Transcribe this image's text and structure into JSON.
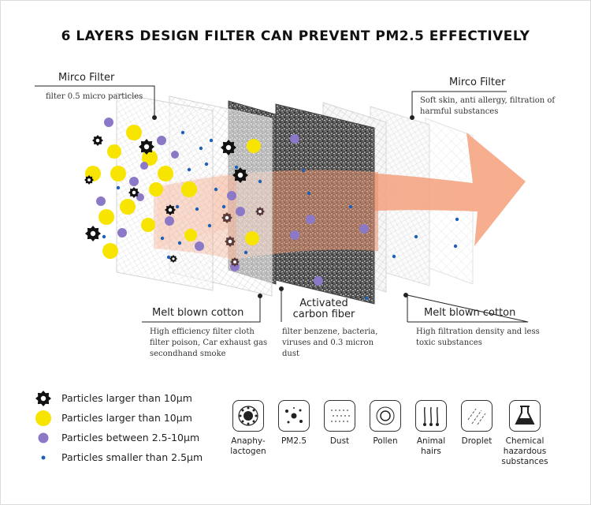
{
  "title": "6 LAYERS DESIGN FILTER CAN PREVENT PM2.5 EFFECTIVELY",
  "labels": {
    "top_left": {
      "heading": "Mirco Filter",
      "description": "filter 0.5 micro particles"
    },
    "top_right": {
      "heading": "Mirco Filter",
      "description": "Soft skin, anti allergy, filtration of harmful substances"
    },
    "bottom_1": {
      "heading": "Melt blown cotton",
      "description": "High efficiency filter cloth filter poison, Car exhaust gas secondhand smoke"
    },
    "bottom_2": {
      "heading_line1": "Activated",
      "heading_line2": "carbon fiber",
      "description": "filter benzene, bacteria, viruses and 0.3 micron dust"
    },
    "bottom_3": {
      "heading": "Melt blown cotton",
      "description": "High filtration density and less toxic substances"
    }
  },
  "legend": [
    {
      "icon": "black-gear-particle-icon",
      "text": "Particles larger than 10μm"
    },
    {
      "icon": "yellow-circle-particle-icon",
      "text": "Particles larger than 10μm"
    },
    {
      "icon": "purple-circle-particle-icon",
      "text": "Particles between 2.5-10μm"
    },
    {
      "icon": "blue-dot-particle-icon",
      "text": "Particles smaller than 2.5μm"
    }
  ],
  "icons": [
    {
      "name": "anaphylactogen-icon",
      "line1": "Anaphy-",
      "line2": "lactogen",
      "line3": ""
    },
    {
      "name": "pm25-icon",
      "line1": "PM2.5",
      "line2": "",
      "line3": ""
    },
    {
      "name": "dust-icon",
      "line1": "Dust",
      "line2": "",
      "line3": ""
    },
    {
      "name": "pollen-icon",
      "line1": "Pollen",
      "line2": "",
      "line3": ""
    },
    {
      "name": "animal-hairs-icon",
      "line1": "Animal",
      "line2": "hairs",
      "line3": ""
    },
    {
      "name": "droplet-icon",
      "line1": "Droplet",
      "line2": "",
      "line3": ""
    },
    {
      "name": "chemical-icon",
      "line1": "Chemical",
      "line2": "hazardous",
      "line3": "substances"
    }
  ],
  "colors": {
    "yellow": "#f7e400",
    "purple": "#8b79c8",
    "blue": "#1f5fb5",
    "black": "#111111",
    "arrow": "#f4a07e"
  }
}
